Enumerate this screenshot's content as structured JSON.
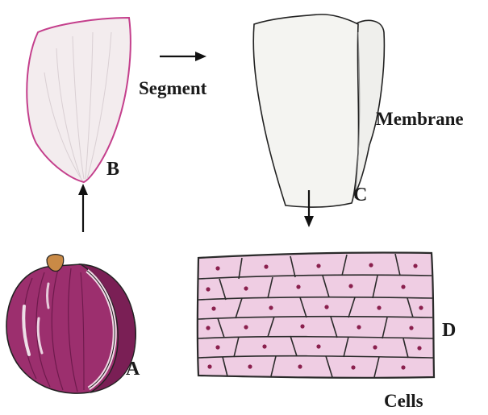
{
  "labels": {
    "onion_letter": "A",
    "segment_letter": "B",
    "membrane_letter": "C",
    "cells_letter": "D",
    "segment_caption": "Segment",
    "membrane_caption": "Membrane",
    "cells_caption": "Cells"
  },
  "colors": {
    "onion_skin": "#9c2f6e",
    "onion_dark": "#6e1a4c",
    "segment_fill": "#f3ecee",
    "segment_edge": "#c43f8c",
    "membrane_fill": "#f4f4f1",
    "cell_fill": "#efcde3",
    "cell_wall": "#2a2a2a",
    "nucleus": "#8a1f4d",
    "arrow": "#111111"
  },
  "icons": {
    "arrow_up": "arrow-up-icon",
    "arrow_right": "arrow-right-icon",
    "arrow_down": "arrow-down-icon"
  }
}
